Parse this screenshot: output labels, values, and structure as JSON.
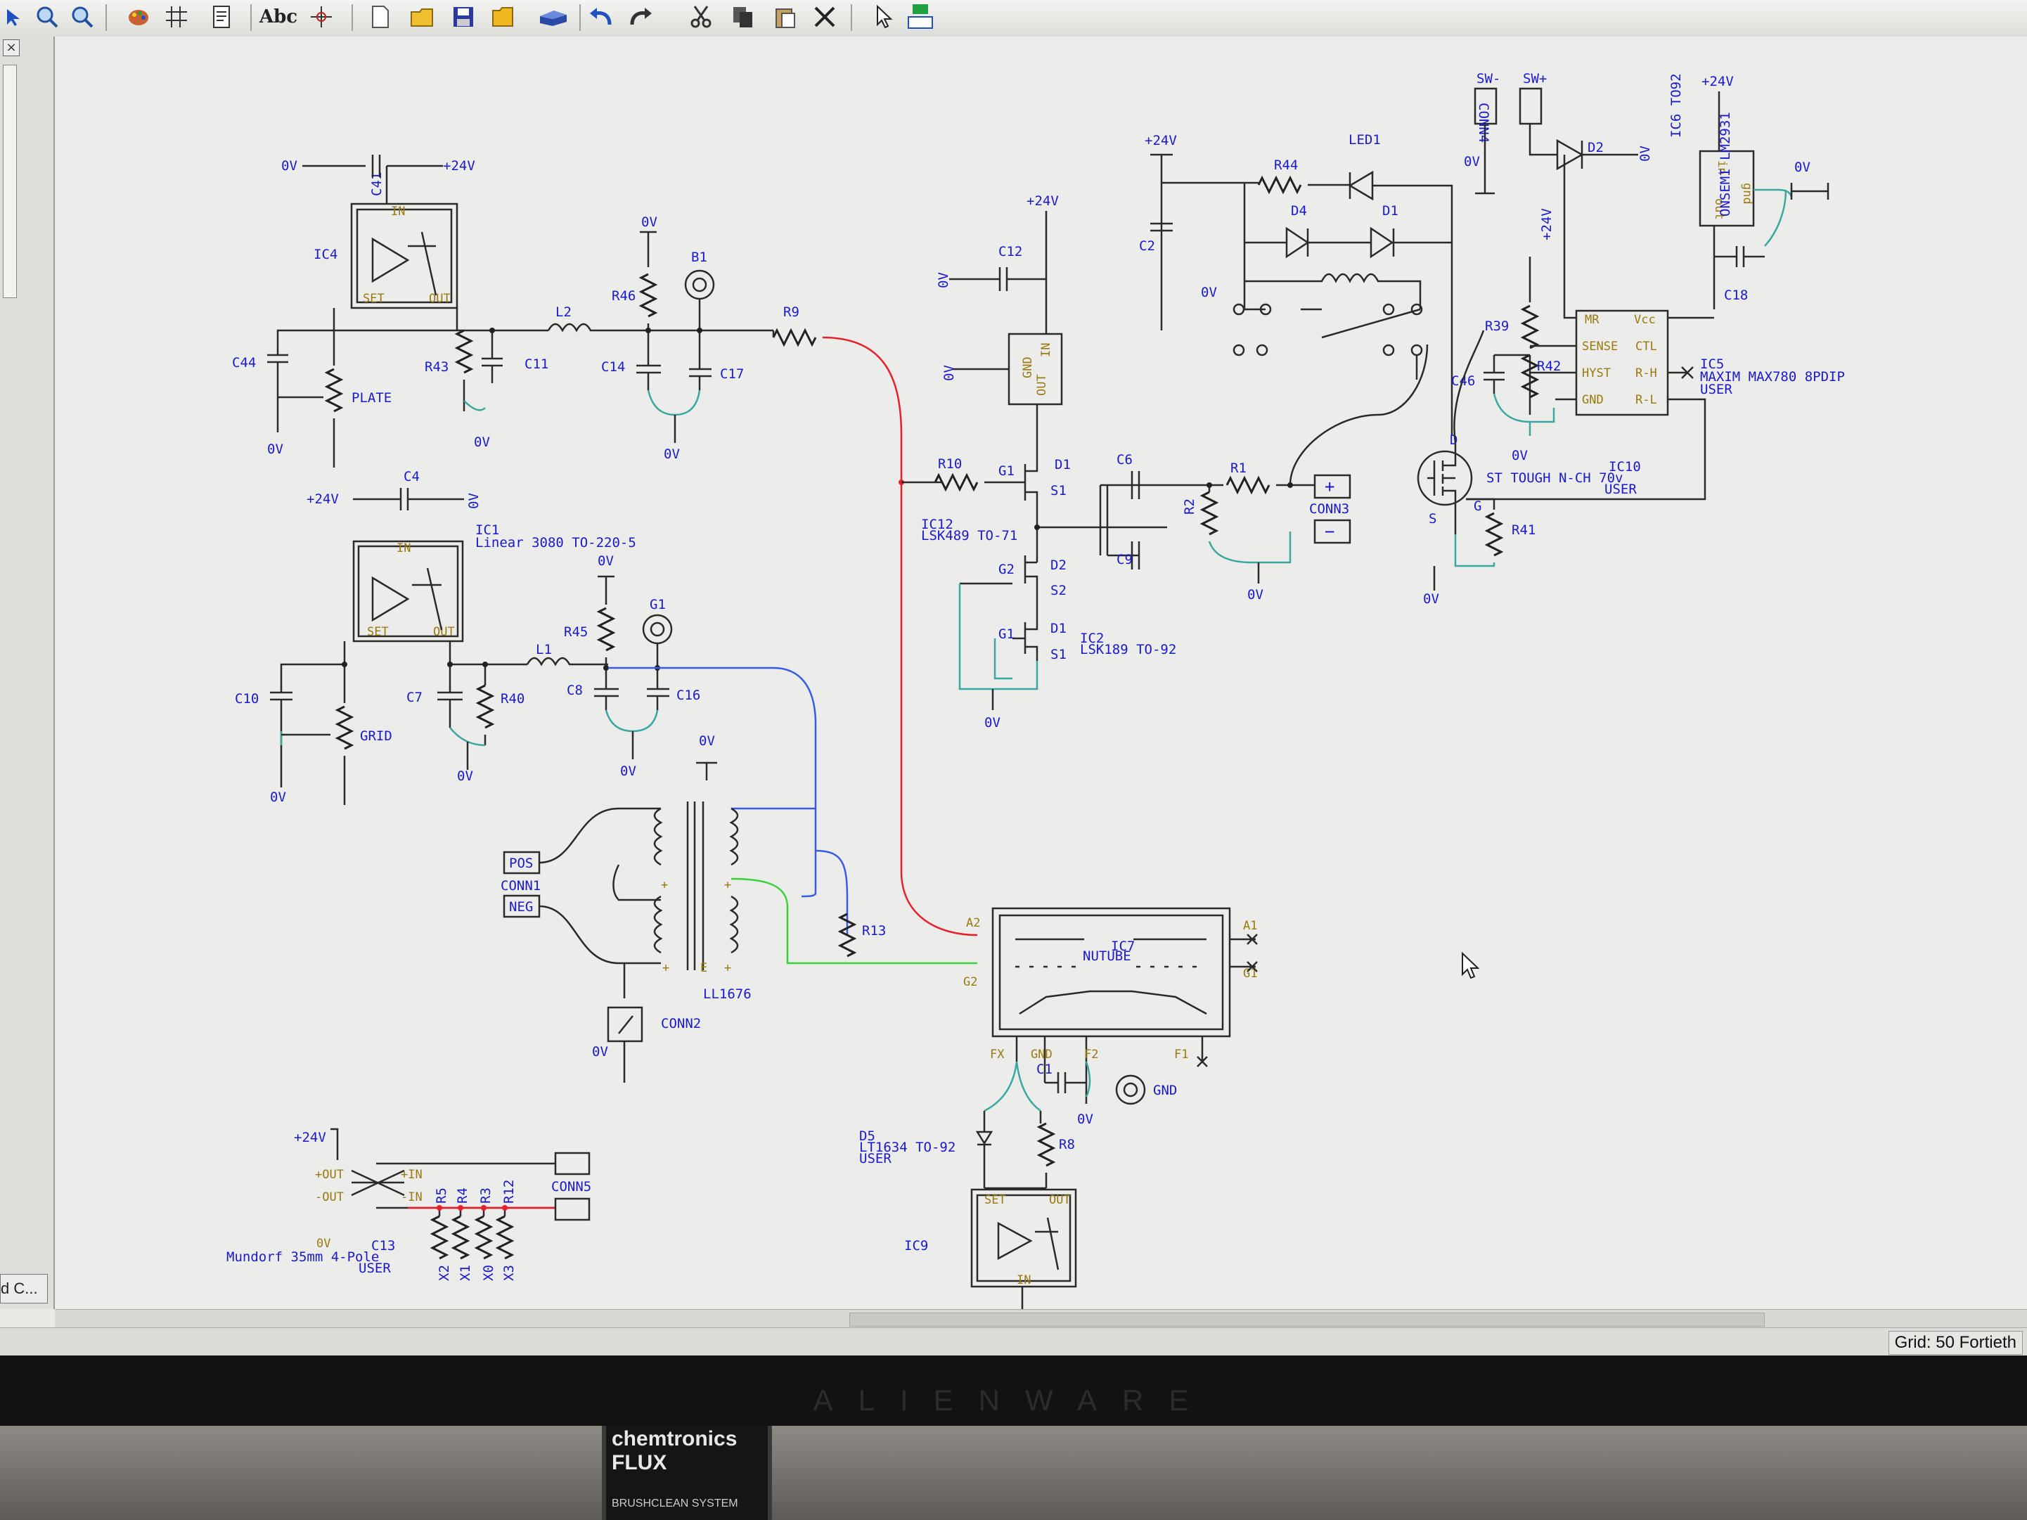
{
  "toolbar": {
    "text_tool_label": "Abc",
    "buttons": [
      "select-icon",
      "zoom-in-icon",
      "zoom-out-icon",
      "palette-icon",
      "grid-icon",
      "notes-icon",
      "text-tool",
      "place-icon",
      "new-icon",
      "open-icon",
      "save-icon",
      "folder-icon",
      "library-icon",
      "undo-icon",
      "redo-icon",
      "cut-icon",
      "copy-icon",
      "paste-icon",
      "delete-icon",
      "pointer-icon",
      "component-icon"
    ]
  },
  "sidebar": {
    "close_label": "×",
    "tab_label": "d C..."
  },
  "statusbar": {
    "grid": "Grid: 50 Fortieth"
  },
  "monitor": {
    "brand": "ALIENWARE"
  },
  "desk_can": {
    "label": "chemtronics FLUX",
    "sub": "BRUSHCLEAN SYSTEM"
  },
  "colors": {
    "wire": "#2a2a2a",
    "label": "#1a1acc",
    "net_red": "#e8202a",
    "net_blue": "#3a5ae8",
    "net_green": "#3ad23a",
    "net_teal": "#3aa8a0",
    "pin": "#a0801a"
  },
  "schematic": {
    "regulator_top": {
      "ref": "IC4",
      "cap_top": "C41",
      "ground": "0V",
      "supply": "+24V",
      "pin_in": "IN",
      "pin_set": "SET",
      "pin_out": "OUT"
    },
    "plate_section": {
      "c44": "C44",
      "pot": "PLATE",
      "r43": "R43",
      "c11": "C11",
      "l2": "L2",
      "r46": "R46",
      "b1": "B1",
      "c14": "C14",
      "c17": "C17",
      "r9": "R9",
      "gnd_a": "0V",
      "gnd_b": "0V",
      "gnd_c": "0V",
      "gnd_d": "0V"
    },
    "regulator_mid": {
      "ref": "IC1",
      "desc": "Linear 3080 TO-220-5",
      "cap": "C4",
      "supply": "+24V",
      "ground": "0V",
      "pin_in": "IN",
      "pin_set": "SET",
      "pin_out": "OUT"
    },
    "grid_section": {
      "c10": "C10",
      "pot": "GRID",
      "c7": "C7",
      "r40": "R40",
      "l1": "L1",
      "c8": "C8",
      "r45": "R45",
      "g1": "G1",
      "c16": "C16",
      "gnd_a": "0V",
      "gnd_b": "0V",
      "gnd_c": "0V",
      "gnd_d": "0V",
      "gnd_e": "0V"
    },
    "transformer": {
      "ref": "LL1676",
      "pos": "POS",
      "neg": "NEG",
      "conn": "CONN1",
      "ground": "0V",
      "plus": "+",
      "e": "E",
      "r13": "R13"
    },
    "conn2": {
      "ref": "CONN2",
      "ground": "0V"
    },
    "jfets": {
      "c12": "C12",
      "supply": "+24V",
      "ground_a": "0V",
      "ground_b": "0V",
      "gnd_pin": "GND",
      "in_pin": "IN",
      "out_pin": "OUT",
      "r10": "R10",
      "g1": "G1",
      "d1": "D1",
      "s1": "S1",
      "ic12": "IC12",
      "ic12_desc": "LSK489 TO-71",
      "g2": "G2",
      "d2": "D2",
      "s2": "S2",
      "g1b": "G1",
      "d1b": "D1",
      "s1b": "S1",
      "ic2": "IC2",
      "ic2_desc": "LSK189 TO-92",
      "ground_c": "0V"
    },
    "output_section": {
      "c6": "C6",
      "c9": "C9",
      "r2": "R2",
      "r1": "R1",
      "conn3": "CONN3",
      "plus": "+",
      "minus": "−",
      "ground": "0V"
    },
    "relay_section": {
      "supply": "+24V",
      "c2": "C2",
      "r44": "R44",
      "led1": "LED1",
      "d4": "D4",
      "d1": "D1",
      "ground": "0V"
    },
    "control_section": {
      "sw_minus": "SW-",
      "sw_plus": "SW+",
      "conn4": "CONN4",
      "ground_a": "0V",
      "d2": "D2",
      "ground_b": "0V",
      "ic6": "IC6 TO92",
      "ic6_desc": "ONSEMI LM2931",
      "supply": "+24V",
      "pin_in": "in",
      "pin_gnd": "gnd",
      "pin_out": "out",
      "ground_c": "0V",
      "c18": "C18",
      "supply_b": "+24V",
      "r39": "R39",
      "c46": "C46",
      "r42": "R42",
      "ground_d": "0V",
      "mr": "MR",
      "vcc": "Vcc",
      "sense": "SENSE",
      "ctl": "CTL",
      "hyst": "HYST",
      "rh": "R-H",
      "gnd": "GND",
      "rl": "R-L",
      "ic5": "IC5",
      "ic5_desc": "MAXIM MAX780 8PDIP",
      "ic5_user": "USER",
      "q_d": "D",
      "q_s": "S",
      "q_g": "G",
      "ic10": "IC10",
      "ic10_desc": "ST TOUGH N-CH 70v",
      "ic10_user": "USER",
      "r41": "R41",
      "ground_e": "0V"
    },
    "nutube": {
      "ref": "IC7",
      "name": "NUTUBE",
      "a2": "A2",
      "a1": "A1",
      "g2": "G2",
      "g1": "G1",
      "fx": "FX",
      "gnd": "GND",
      "f2": "F2",
      "f1": "F1",
      "c1": "C1",
      "gnd_label": "GND",
      "ground": "0V"
    },
    "filament": {
      "d5": "D5",
      "d5_desc": "LT1634 TO-92",
      "d5_user": "USER",
      "r8": "R8",
      "ic9": "IC9",
      "pin_set": "SET",
      "pin_out": "OUT",
      "pin_in": "IN"
    },
    "connector5": {
      "supply": "+24V",
      "plus_out": "+OUT",
      "minus_out": "-OUT",
      "plus_in": "+IN",
      "minus_in": "-IN",
      "ground": "0V",
      "c13": "C13",
      "c13_desc": "Mundorf 35mm 4-Pole",
      "c13_user": "USER",
      "r5": "R5",
      "r4": "R4",
      "r3": "R3",
      "r12": "R12",
      "x2": "X2",
      "x1": "X1",
      "x0": "X0",
      "x3": "X3",
      "conn5": "CONN5"
    }
  }
}
